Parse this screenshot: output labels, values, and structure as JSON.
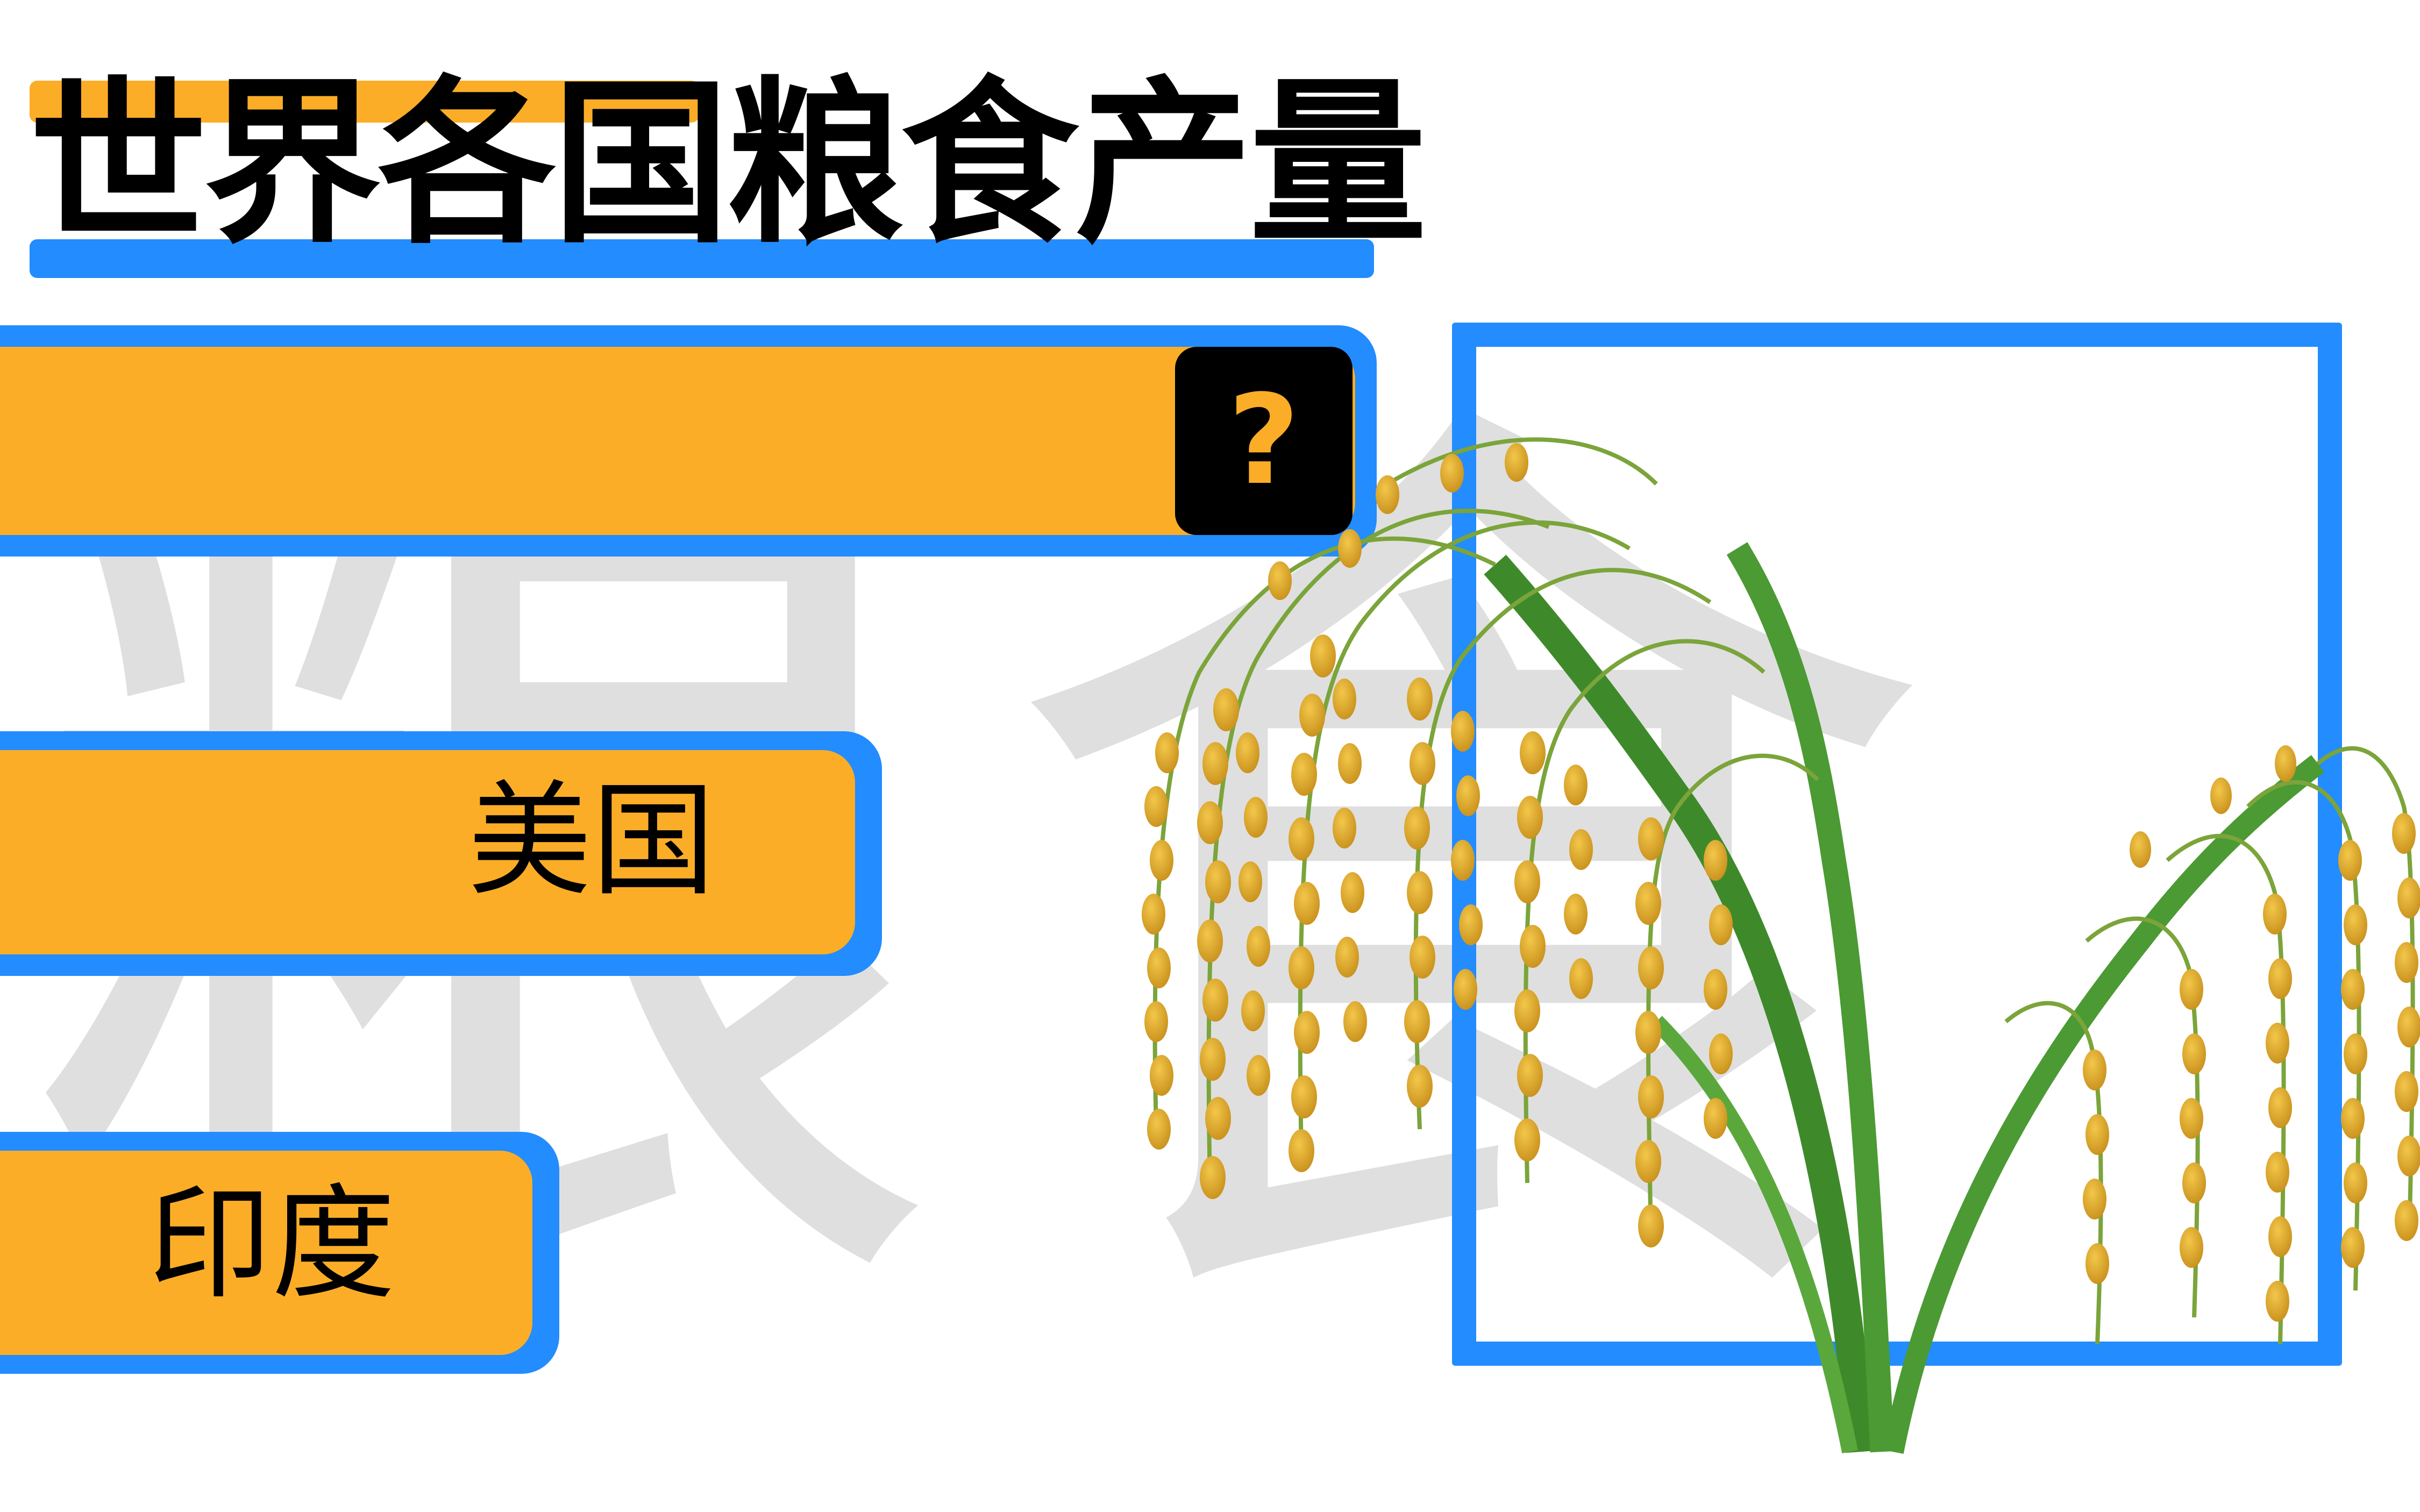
{
  "title": "世界各国粮食产量",
  "watermark": [
    "粮",
    "食"
  ],
  "bars": [
    {
      "label": "",
      "hidden_value_icon": "question-mark-icon",
      "hidden_value_text": "?",
      "rank": 1
    },
    {
      "label": "美国",
      "rank": 2
    },
    {
      "label": "印度",
      "rank": 3
    }
  ],
  "image": {
    "subject": "rice-stalk-illustration"
  },
  "colors": {
    "accent_orange": "#fcad27",
    "accent_blue": "#238cff",
    "watermark_gray": "#dfdfdf",
    "text": "#000000"
  }
}
